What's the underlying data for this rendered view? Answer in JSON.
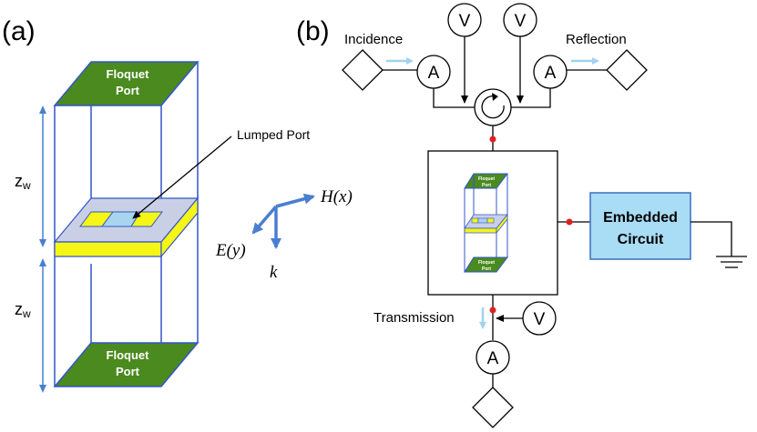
{
  "panel_a": {
    "label": "(a)",
    "top_port": {
      "line1": "Floquet",
      "line2": "Port"
    },
    "bottom_port": {
      "line1": "Floquet",
      "line2": "Port"
    },
    "lumped_port_label": "Lumped Port",
    "dim_top": {
      "main": "z",
      "sub": "w"
    },
    "dim_bottom": {
      "main": "z",
      "sub": "w"
    },
    "axes": {
      "h": "H(x)",
      "e": "E(y)",
      "k": "k"
    }
  },
  "panel_b": {
    "label": "(b)",
    "incidence": "Incidence",
    "reflection": "Reflection",
    "transmission": "Transmission",
    "ammeter": "A",
    "voltmeter": "V",
    "mini_port_top": {
      "line1": "Floquet",
      "line2": "Port"
    },
    "mini_port_bottom": {
      "line1": "Floquet",
      "line2": "Port"
    },
    "embedded": {
      "line1": "Embedded",
      "line2": "Circuit"
    }
  },
  "colors": {
    "structure_blue": "#3355cc",
    "port_green": "#4a8a1e",
    "substrate_yellow": "#f5f516",
    "dim_blue": "#4a7fd0",
    "arrow_light_blue": "#9fd3ee",
    "embedded_fill": "#a9dcf5",
    "node_red": "#e02020"
  }
}
